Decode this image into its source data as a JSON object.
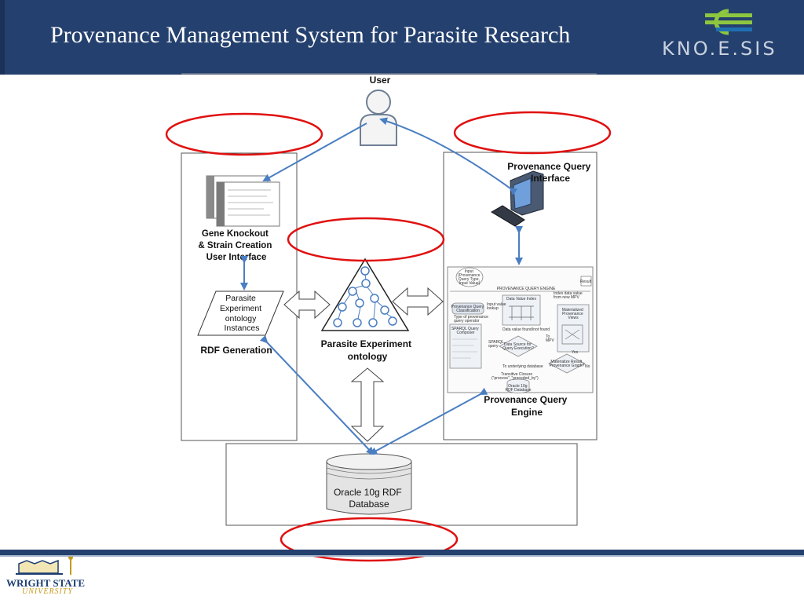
{
  "slide": {
    "title": "Provenance Management System for Parasite Research",
    "logo_text": "KNO.E.SIS",
    "university_name": "WRIGHT STATE",
    "university_sub": "UNIVERSITY"
  },
  "diagram": {
    "user_label": "User",
    "gene_ui_label": [
      "Gene Knockout",
      "& Strain Creation",
      "User Interface"
    ],
    "instances_label": [
      "Parasite",
      "Experiment",
      "ontology",
      "Instances"
    ],
    "rdf_generation_label": "RDF Generation",
    "ontology_label": [
      "Parasite Experiment",
      "ontology"
    ],
    "query_interface_label": [
      "Provenance Query",
      "Interface"
    ],
    "query_engine_label": [
      "Provenance Query",
      "Engine"
    ],
    "database_label": [
      "Oracle 10g RDF",
      "Database"
    ],
    "engine_inset": {
      "header": "PROVENANCE QUERY ENGINE",
      "input_box": [
        "Input",
        "(Provenance",
        "Query Type,",
        "Input Value)"
      ],
      "result_box": "Result",
      "classification_box": [
        "Provenance Query",
        "Classification"
      ],
      "data_value_index": "Data Value Index",
      "materialized_views": [
        "Materialized",
        "Provenance",
        "Views"
      ],
      "sparql_composer": [
        "SPARQL Query",
        "Composer"
      ],
      "data_source_decision": [
        "Data Source for",
        "Query Execution?"
      ],
      "materialize_decision": [
        "Materialize Result",
        "Provenance Graph?"
      ],
      "db_label": [
        "Oracle 10g",
        "RDF Database"
      ],
      "notes": [
        "Input value",
        "lookup",
        "Type of provenance",
        "query operator",
        "Data value found/not found",
        "Index data value",
        "from new MPV",
        "SPARQL",
        "query",
        "To",
        "MPV",
        "Yes",
        "No",
        "To underlying database",
        "Transitive Closure",
        "(\"process\", \"preceded_by\")"
      ]
    }
  },
  "colors": {
    "header_bg": "#24406e",
    "arrow_blue": "#4a7ec2",
    "highlight_red": "#e01010",
    "logo_green": "#8dc63f",
    "logo_blue": "#1f6fb2"
  }
}
